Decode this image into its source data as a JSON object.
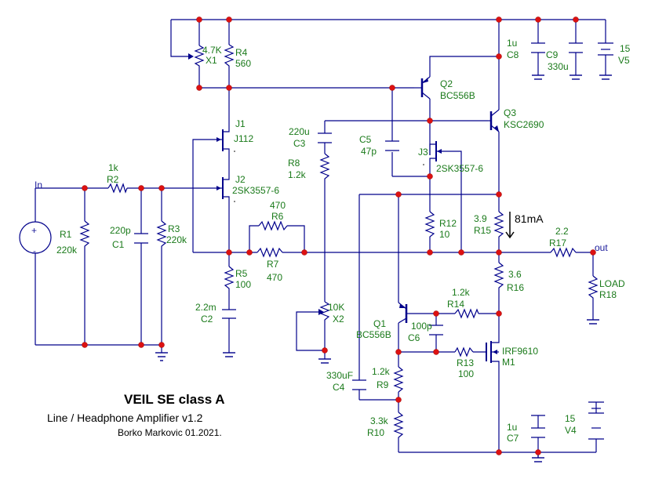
{
  "labels": {
    "X1_val": "4.7K",
    "X1": "X1",
    "R4": "R4",
    "R4_val": "560",
    "C8_val": "1u",
    "C8": "C8",
    "C9": "C9",
    "C9_val": "330u",
    "V5_val": "15",
    "V5": "V5",
    "Q2": "Q2",
    "Q2_type": "BC556B",
    "Q3": "Q3",
    "Q3_type": "KSC2690",
    "J1": "J1",
    "J1_type": "J112",
    "J2": "J2",
    "J2_type": "2SK3557-6",
    "C3_val": "220u",
    "C3": "C3",
    "R8": "R8",
    "R8_val": "1.2k",
    "C5": "C5",
    "C5_val": "47p",
    "J3": "J3",
    "J3_type": "2SK3557-6",
    "R2_val": "1k",
    "R2": "R2",
    "In": "In",
    "R1": "R1",
    "R1_val": "220k",
    "C1_val": "220p",
    "C1": "C1",
    "R3": "R3",
    "R3_val": "220k",
    "R6_val": "470",
    "R6": "R6",
    "R7": "R7",
    "R7_val": "470",
    "R12": "R12",
    "R12_val": "10",
    "R15_val": "3.9",
    "R15": "R15",
    "current": "81mA",
    "R17_val": "2.2",
    "R17": "R17",
    "out": "out",
    "R5": "R5",
    "R5_val": "100",
    "C2_val": "2.2m",
    "C2": "C2",
    "R16_val": "3.6",
    "R16": "R16",
    "LOAD": "LOAD",
    "R18": "R18",
    "X2_val": "10K",
    "X2": "X2",
    "R14_val": "1.2k",
    "R14": "R14",
    "Q1": "Q1",
    "Q1_type": "BC556B",
    "C6_val": "100p",
    "C6": "C6",
    "M1_type": "IRF9610",
    "M1": "M1",
    "R13": "R13",
    "R13_val": "100",
    "C4_val": "330uF",
    "C4": "C4",
    "R9_val": "1.2k",
    "R9": "R9",
    "R10_val": "3.3k",
    "R10": "R10",
    "C7_val": "1u",
    "C7": "C7",
    "V4_val": "15",
    "V4": "V4"
  },
  "title": {
    "main": "VEIL SE class A",
    "subtitle": "Line / Headphone Amplifier v1.2",
    "author": "Borko Markovic 01.2021."
  }
}
